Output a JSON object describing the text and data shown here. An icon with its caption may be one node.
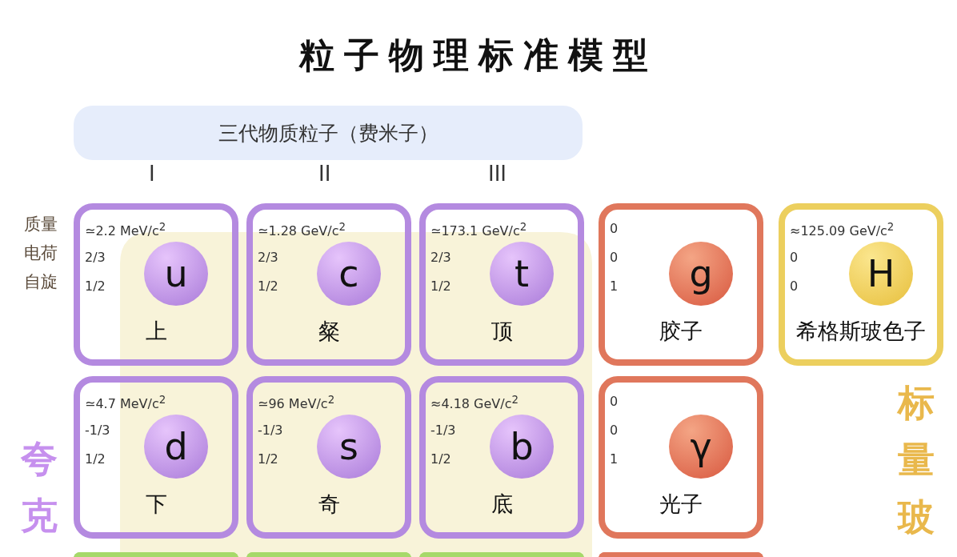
{
  "diagram": {
    "title": "粒子物理标准模型",
    "nodes": [
      {
        "text": [
          "三代物质粒子（费米子）"
        ]
      },
      {
        "text": [
          "≃2.2 MeV/c$^{2}$",
          "2/3",
          "1/2",
          "u",
          "上"
        ]
      },
      {
        "text": [
          "≃1.28 GeV/c$^{2}$",
          "2/3",
          "1/2",
          "c",
          "粲"
        ]
      },
      {
        "text": [
          "≃173.1 GeV/c$^{2}$",
          "2/3",
          "1/2",
          "t",
          "顶"
        ]
      },
      {
        "text": [
          "0",
          "0",
          "1",
          "g",
          "胶子"
        ]
      },
      {
        "text": [
          "≈125.09 GeV/c$^{2}$",
          "0",
          "0",
          "H",
          "希格斯玻色子"
        ]
      },
      {
        "text": [
          "≃4.7 MeV/c$^{2}$",
          "-1/3",
          "1/2",
          "d",
          "下"
        ]
      },
      {
        "text": [
          "≃96 MeV/c$^{2}$",
          "-1/3",
          "1/2",
          "s",
          "奇"
        ]
      },
      {
        "text": [
          "≈4.18 GeV/c$^{2}$",
          "-1/3",
          "1/2",
          "b",
          "底"
        ]
      },
      {
        "text": [
          "0",
          "0",
          "1",
          "γ",
          "光子"
        ]
      },
      {
        "text": [],
        "shape": "box"
      },
      {
        "text": [],
        "shape": "box"
      },
      {
        "text": [],
        "shape": "box"
      },
      {
        "text": [],
        "shape": "box"
      }
    ],
    "labels": [
      "I",
      "II",
      "III",
      "质量",
      "电荷",
      "自旋",
      "夸克",
      "标量玻"
    ]
  }
}
